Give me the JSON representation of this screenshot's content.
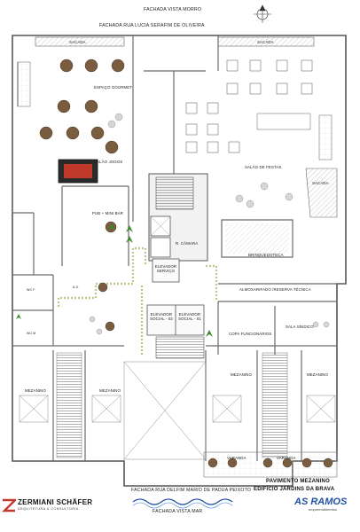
{
  "facades": {
    "top_1": "FACHADA VISTA MORRO",
    "top_2": "FACHADA RUA LUCIA SERAFIM DE OLIVEIRA",
    "bottom_1": "FACHADA RUA DELFIM MARIO DE PADUA PEIXOTO",
    "bottom_2": "FACHADA VISTA MAR"
  },
  "rooms": {
    "sacada_left": "SACADA",
    "sacada_right": "SACADA",
    "sacada_east": "SACADA",
    "espaco_gourmet": "ESPAÇO GOURMET",
    "salao_jogos": "SALÃO JOGOS",
    "pub": "PUB + MINI BAR",
    "salao_festas": "SALÃO DE FESTAS",
    "brinquedoteca": "BRINQUEDOTECA",
    "camara": "R. CÂMARA",
    "elevador_servico": "ELEVADOR SERVIÇO",
    "almoxarifado": "ALMOXARIFADO /RESERVA TÉCNICA",
    "elevador_02": "ELEVADOR SOCIAL - 02",
    "elevador_01": "ELEVADOR SOCIAL - 01",
    "copa": "COPA FUNCIONÁRIOS",
    "sala_sindico": "SALA SÍNDICO",
    "mezanino_1": "MEZANINO",
    "mezanino_2": "MEZANINO",
    "mezanino_3": "MEZANINO",
    "mezanino_4": "MEZANINO",
    "varanda_1": "VARANDA",
    "varanda_2": "VARANDA",
    "wc_f": "WC F",
    "wc_m": "WC M",
    "as": "A.S."
  },
  "title_block": {
    "title_1": "PAVIMENTO MEZANINO",
    "title_2": "EDIFÍCIO JARDINS DA BRAVA"
  },
  "brands": {
    "architect": "ZERMIANI SCHÄFER",
    "architect_sub": "ARQUITETURA & CONSULTORIA",
    "developer": "AS RAMOS",
    "developer_sub": "empreendimentos"
  },
  "colors": {
    "wall": "#6b6b6b",
    "table": "#7a5c40",
    "plant": "#3a8a2a",
    "accent_red": "#c0392b",
    "developer_blue": "#1f4fa3",
    "paving": "#b8c98c"
  }
}
